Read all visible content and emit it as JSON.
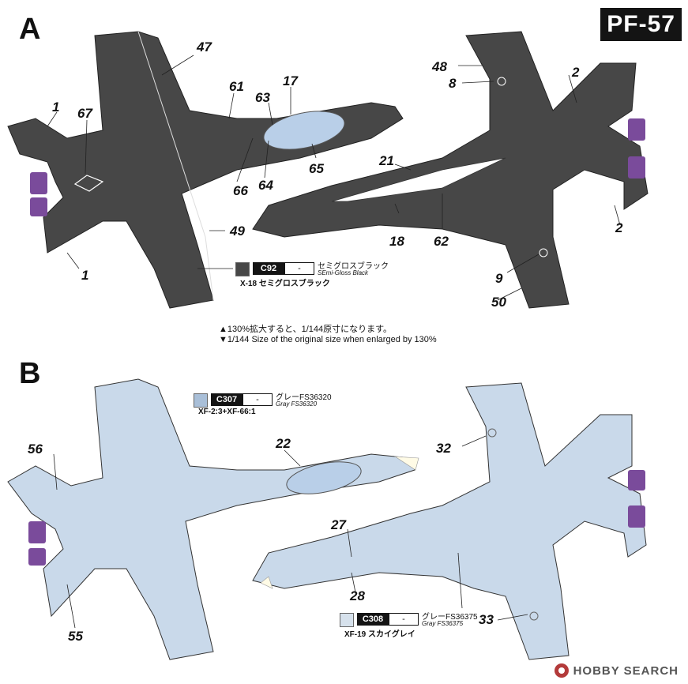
{
  "product_code": "PF-57",
  "sections": {
    "a": {
      "letter": "A"
    },
    "b": {
      "letter": "B"
    }
  },
  "callouts_a": [
    "1",
    "67",
    "47",
    "61",
    "63",
    "17",
    "66",
    "64",
    "65",
    "49",
    "1",
    "48",
    "8",
    "2",
    "21",
    "18",
    "62",
    "2",
    "9",
    "50"
  ],
  "callouts_b": [
    "56",
    "22",
    "55",
    "32",
    "27",
    "28",
    "33"
  ],
  "legends": {
    "c92": {
      "code": "C92",
      "dash": "-",
      "name_jp": "セミグロスブラック",
      "name_en": "SEmi-Gloss Black",
      "mix": "X-18 セミグロスブラック",
      "color": "#474747"
    },
    "c307": {
      "code": "C307",
      "dash": "-",
      "name_jp": "グレーFS36320",
      "name_en": "Gray FS36320",
      "mix": "XF-2:3+XF-66:1",
      "color": "#a9bfd8"
    },
    "c308": {
      "code": "C308",
      "dash": "-",
      "name_jp": "グレーFS36375",
      "name_en": "Gray FS36375",
      "mix": "XF-19 スカイグレイ",
      "color": "#d6e1ec"
    }
  },
  "scale_note": {
    "jp": "▲130%拡大すると、1/144原寸になります。",
    "en": "▼1/144 Size of the original size when enlarged by 130%"
  },
  "watermark": {
    "text": "HOBBY SEARCH"
  },
  "colors": {
    "dark_gray": "#474747",
    "light_gray": "#c9d9ea",
    "canopy": "#b9cfe8",
    "exhaust": "#7a4b9b"
  }
}
